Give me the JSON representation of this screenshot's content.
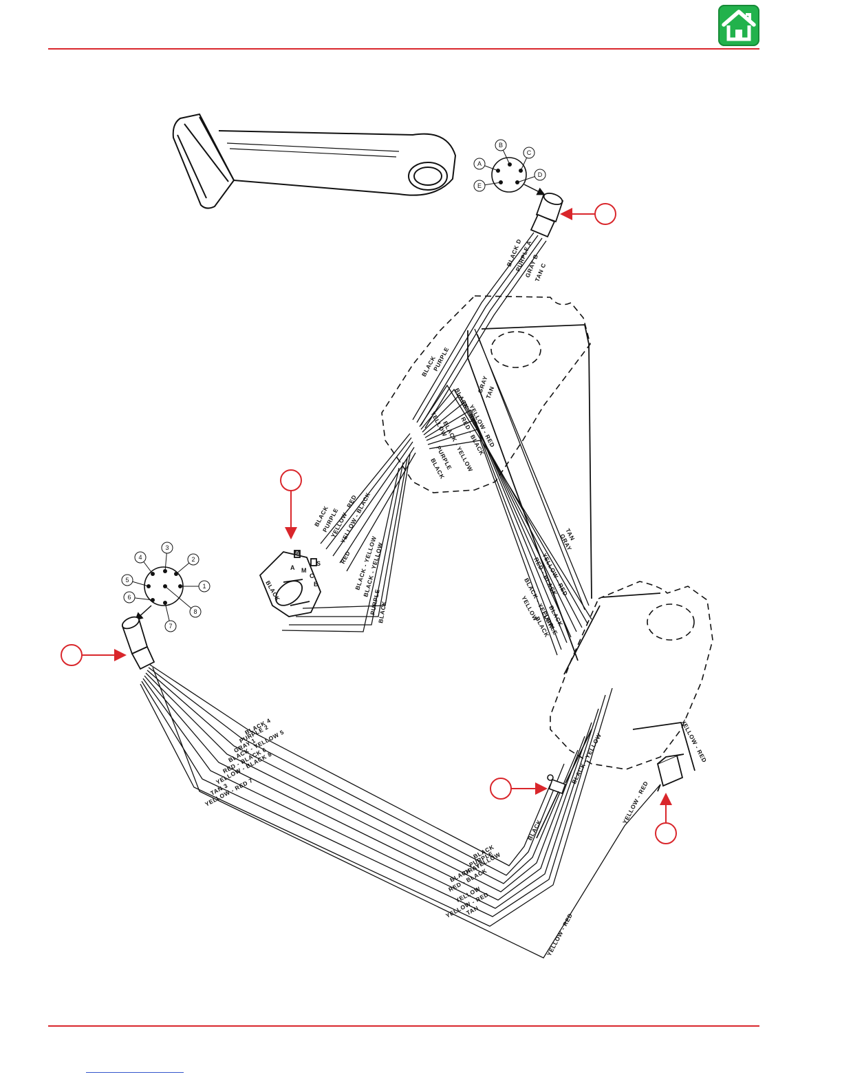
{
  "colors": {
    "accent": "#d9262b",
    "home_button": "#22b24c",
    "ink": "#111111"
  },
  "header": {
    "home_icon": "home-icon"
  },
  "connector_5pin": {
    "pins": [
      "A",
      "B",
      "C",
      "D",
      "E"
    ],
    "wire_labels": [
      "BLACK D",
      "PURPLE A",
      "GRAY B",
      "TAN C"
    ]
  },
  "handle_wires": {
    "upper": [
      "BLACK",
      "PURPLE",
      "BLACK - RED",
      "YELLOW - RED",
      "RED - BLACK",
      "YELLOW",
      "BLACK - YELLOW",
      "PURPLE",
      "BLACK",
      "TAN",
      "GRAY"
    ],
    "right_run": [
      "TAN",
      "GRAY",
      "YELLOW - RED",
      "RED - BLACK",
      "BLACK - YELLOW",
      "YELLOW",
      "BLACK",
      "PURPLE",
      "BLACK"
    ]
  },
  "ignition_switch": {
    "terminals": [
      "M",
      "A",
      "M",
      "B",
      "S",
      "C"
    ],
    "wire_labels": [
      "BLACK",
      "PURPLE",
      "YELLOW - RED",
      "YELLOW - BLACK",
      "RED",
      "BLACK - YELLOW",
      "BLACK - YELLOW",
      "PURPLE",
      "BLACK",
      "BLACK"
    ]
  },
  "connector_8pin": {
    "pins": [
      "1",
      "2",
      "3",
      "4",
      "5",
      "6",
      "7",
      "8"
    ],
    "wire_labels": [
      "BLACK 4",
      "PURPLE 2",
      "GRAY 1",
      "BLACK - YELLOW 5",
      "RED - BLACK 6",
      "YELLOW - BLACK 8",
      "TAN 3",
      "YELLOW - RED 7"
    ]
  },
  "main_harness": {
    "wire_labels": [
      "BLACK",
      "PURPLE",
      "GRAY",
      "BLACK - YELLOW",
      "RED - BLACK",
      "YELLOW",
      "TAN",
      "YELLOW - RED"
    ]
  },
  "lanyard_switch": {
    "wire_labels": [
      "BLACK",
      "BLACK - YELLOW"
    ]
  },
  "warning_horn": {
    "wire_labels": [
      "YELLOW - RED",
      "YELLOW - RED",
      "YELLOW - RED"
    ]
  }
}
